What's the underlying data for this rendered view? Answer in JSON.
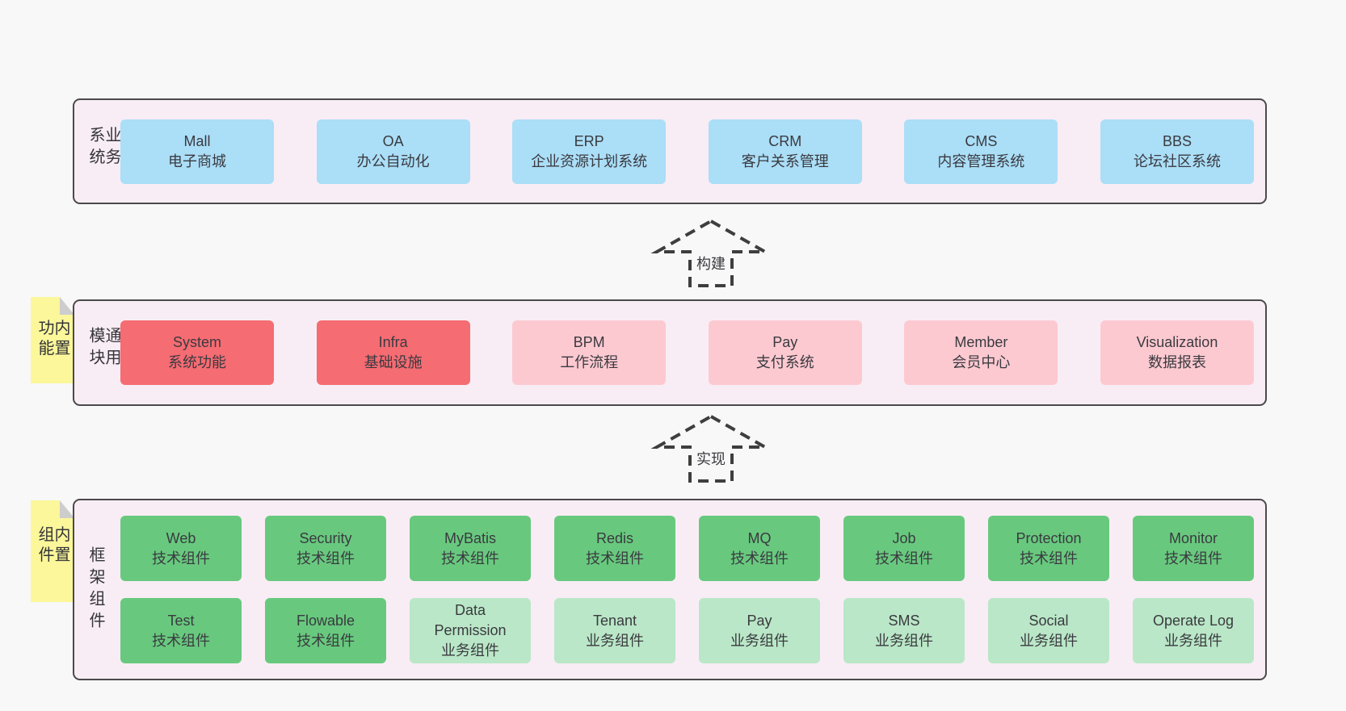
{
  "colors": {
    "blue": "#abdef7",
    "red": "#f56c72",
    "pink": "#fdc9d1",
    "green": "#68c97e",
    "green_light": "#bae7c7",
    "section_bg": "#f8edf5",
    "tab_yellow": "#fbf79a",
    "border": "#4a4a4a"
  },
  "arrows": [
    {
      "label": "构建"
    },
    {
      "label": "实现"
    }
  ],
  "sections": [
    {
      "label": "业务系统",
      "boxes": [
        {
          "name": "Mall",
          "desc": "电子商城"
        },
        {
          "name": "OA",
          "desc": "办公自动化"
        },
        {
          "name": "ERP",
          "desc": "企业资源计划系统"
        },
        {
          "name": "CRM",
          "desc": "客户关系管理"
        },
        {
          "name": "CMS",
          "desc": "内容管理系统"
        },
        {
          "name": "BBS",
          "desc": "论坛社区系统"
        }
      ]
    },
    {
      "label": "通用模块",
      "tab": "内置功能",
      "boxes": [
        {
          "name": "System",
          "desc": "系统功能"
        },
        {
          "name": "Infra",
          "desc": "基础设施"
        },
        {
          "name": "BPM",
          "desc": "工作流程"
        },
        {
          "name": "Pay",
          "desc": "支付系统"
        },
        {
          "name": "Member",
          "desc": "会员中心"
        },
        {
          "name": "Visualization",
          "desc": "数据报表"
        }
      ]
    },
    {
      "label": "框架组件",
      "tab": "内置组件",
      "rows": [
        [
          {
            "name": "Web",
            "desc": "技术组件"
          },
          {
            "name": "Security",
            "desc": "技术组件"
          },
          {
            "name": "MyBatis",
            "desc": "技术组件"
          },
          {
            "name": "Redis",
            "desc": "技术组件"
          },
          {
            "name": "MQ",
            "desc": "技术组件"
          },
          {
            "name": "Job",
            "desc": "技术组件"
          },
          {
            "name": "Protection",
            "desc": "技术组件"
          },
          {
            "name": "Monitor",
            "desc": "技术组件"
          }
        ],
        [
          {
            "name": "Test",
            "desc": "技术组件"
          },
          {
            "name": "Flowable",
            "desc": "技术组件"
          },
          {
            "name": "Data\nPermission",
            "desc": "业务组件"
          },
          {
            "name": "Tenant",
            "desc": "业务组件"
          },
          {
            "name": "Pay",
            "desc": "业务组件"
          },
          {
            "name": "SMS",
            "desc": "业务组件"
          },
          {
            "name": "Social",
            "desc": "业务组件"
          },
          {
            "name": "Operate Log",
            "desc": "业务组件"
          }
        ]
      ]
    }
  ]
}
